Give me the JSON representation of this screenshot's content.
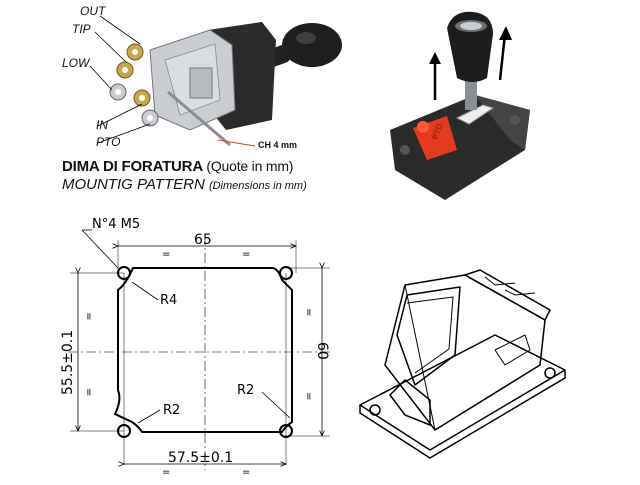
{
  "valve": {
    "labels": {
      "out": "OUT",
      "tip": "TIP",
      "low": "LOW",
      "in": "IN",
      "pto": "PTO",
      "ch": "CH 4 mm"
    }
  },
  "lever": {
    "badge": "PTO"
  },
  "title": {
    "line1_bold": "DIMA DI FORATURA",
    "line1_normal": "(Quote in mm)",
    "line2_main": "MOUNTIG PATTERN",
    "line2_small": "(Dimensions in mm)"
  },
  "drawing": {
    "holes": "N°4  M5",
    "width_top": "65",
    "width_bottom": "57.5±0.1",
    "height_left": "55.5±0.1",
    "height_right": "60",
    "r_top": "R4",
    "r_right": "R2",
    "r_bottom": "R2",
    "equal": "="
  },
  "colors": {
    "accent_red": "#e53a1e",
    "body_dark": "#2b2b2b",
    "metal": "#c9ccd0",
    "brass": "#c9a64a"
  }
}
